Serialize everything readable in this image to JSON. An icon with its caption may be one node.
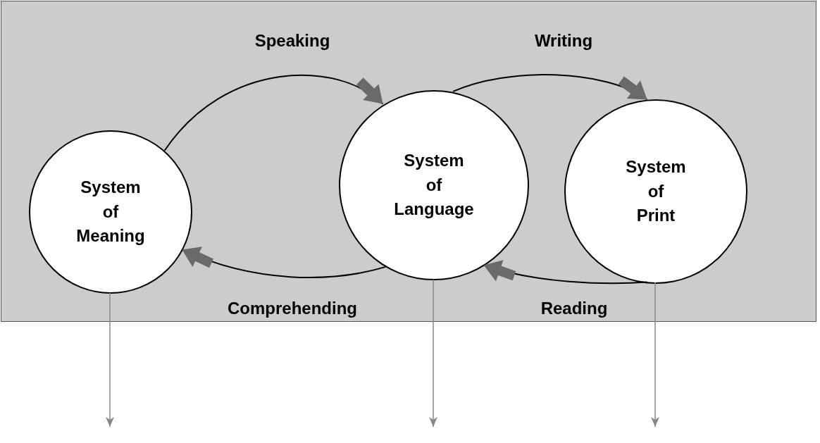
{
  "diagram": {
    "nodes": [
      {
        "text": [],
        "shape": "box"
      },
      {
        "text": [
          "System of Meaning"
        ],
        "in": 0
      },
      {
        "text": [
          "System of Language"
        ],
        "in": 0
      },
      {
        "text": [
          "System of Print"
        ],
        "in": 0
      }
    ],
    "edges": [
      {
        "from": 1,
        "to": 2,
        "arrow": "to",
        "label": "Speaking"
      },
      {
        "from": 2,
        "to": 3,
        "arrow": "to",
        "label": "Writing"
      },
      {
        "from": 3,
        "to": 2,
        "arrow": "to",
        "label": "Reading"
      },
      {
        "from": 2,
        "to": 1,
        "arrow": "to",
        "label": "Comprehending"
      },
      {
        "from": 1,
        "to": null,
        "arrow": "to",
        "color": "#888888"
      },
      {
        "from": 2,
        "to": null,
        "arrow": "to",
        "color": "#888888"
      },
      {
        "from": 3,
        "to": null,
        "arrow": "to",
        "color": "#888888"
      }
    ]
  }
}
